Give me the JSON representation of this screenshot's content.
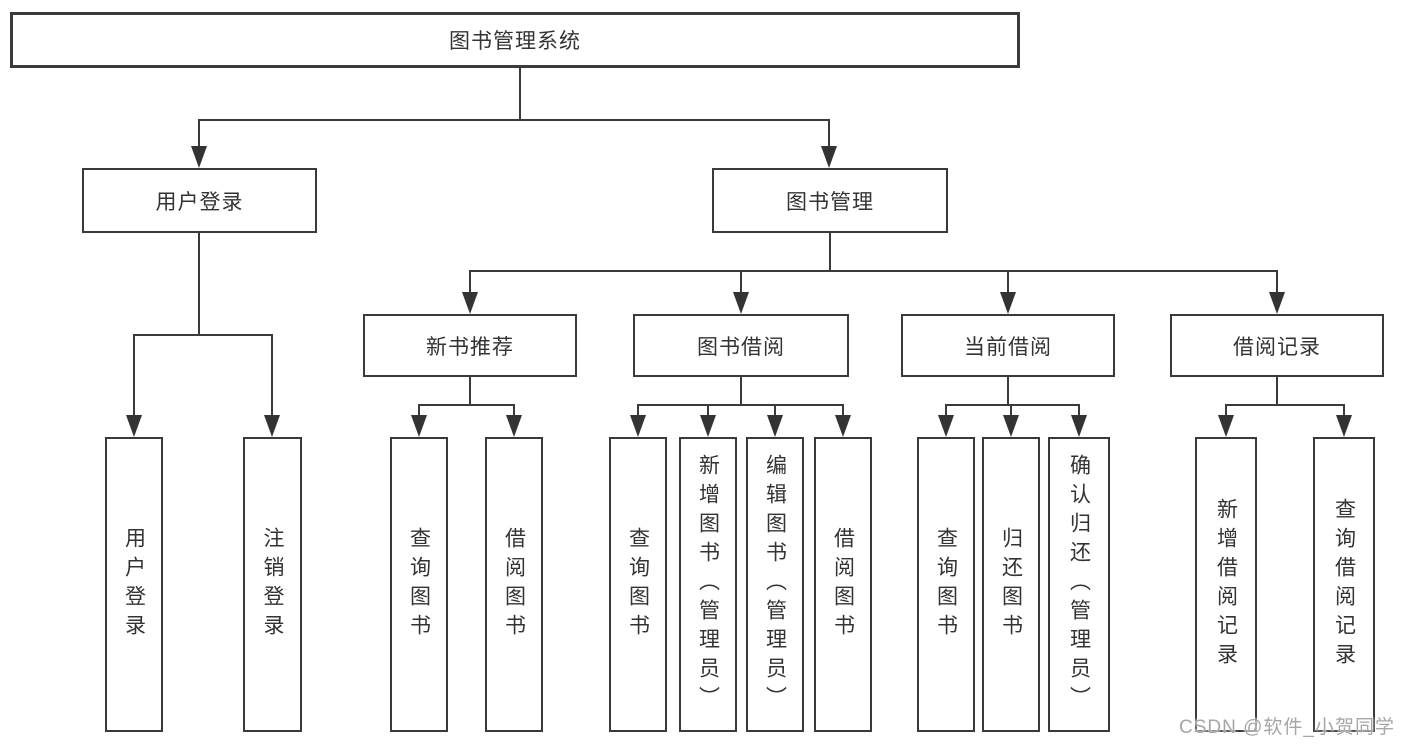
{
  "nodes": {
    "root": "图书管理系统",
    "level2": [
      {
        "label": "用户登录"
      },
      {
        "label": "图书管理"
      }
    ],
    "level3": [
      {
        "label": "新书推荐"
      },
      {
        "label": "图书借阅"
      },
      {
        "label": "当前借阅"
      },
      {
        "label": "借阅记录"
      }
    ],
    "leaves": {
      "user_login": [
        "用户登录",
        "注销登录"
      ],
      "new_book_recommendation": [
        "查询图书",
        "借阅图书"
      ],
      "book_borrowing": [
        "查询图书",
        "新增图书（管理员）",
        "编辑图书（管理员）",
        "借阅图书"
      ],
      "current_borrowing": [
        "查询图书",
        "归还图书",
        "确认归还（管理员）"
      ],
      "borrowing_records": [
        "新增借阅记录",
        "查询借阅记录"
      ]
    }
  },
  "watermark": "CSDN @软件_小贺同学",
  "colors": {
    "line": "#3a3a3a",
    "text": "#333333",
    "watermark": "#a6a6a6",
    "background": "#ffffff"
  }
}
